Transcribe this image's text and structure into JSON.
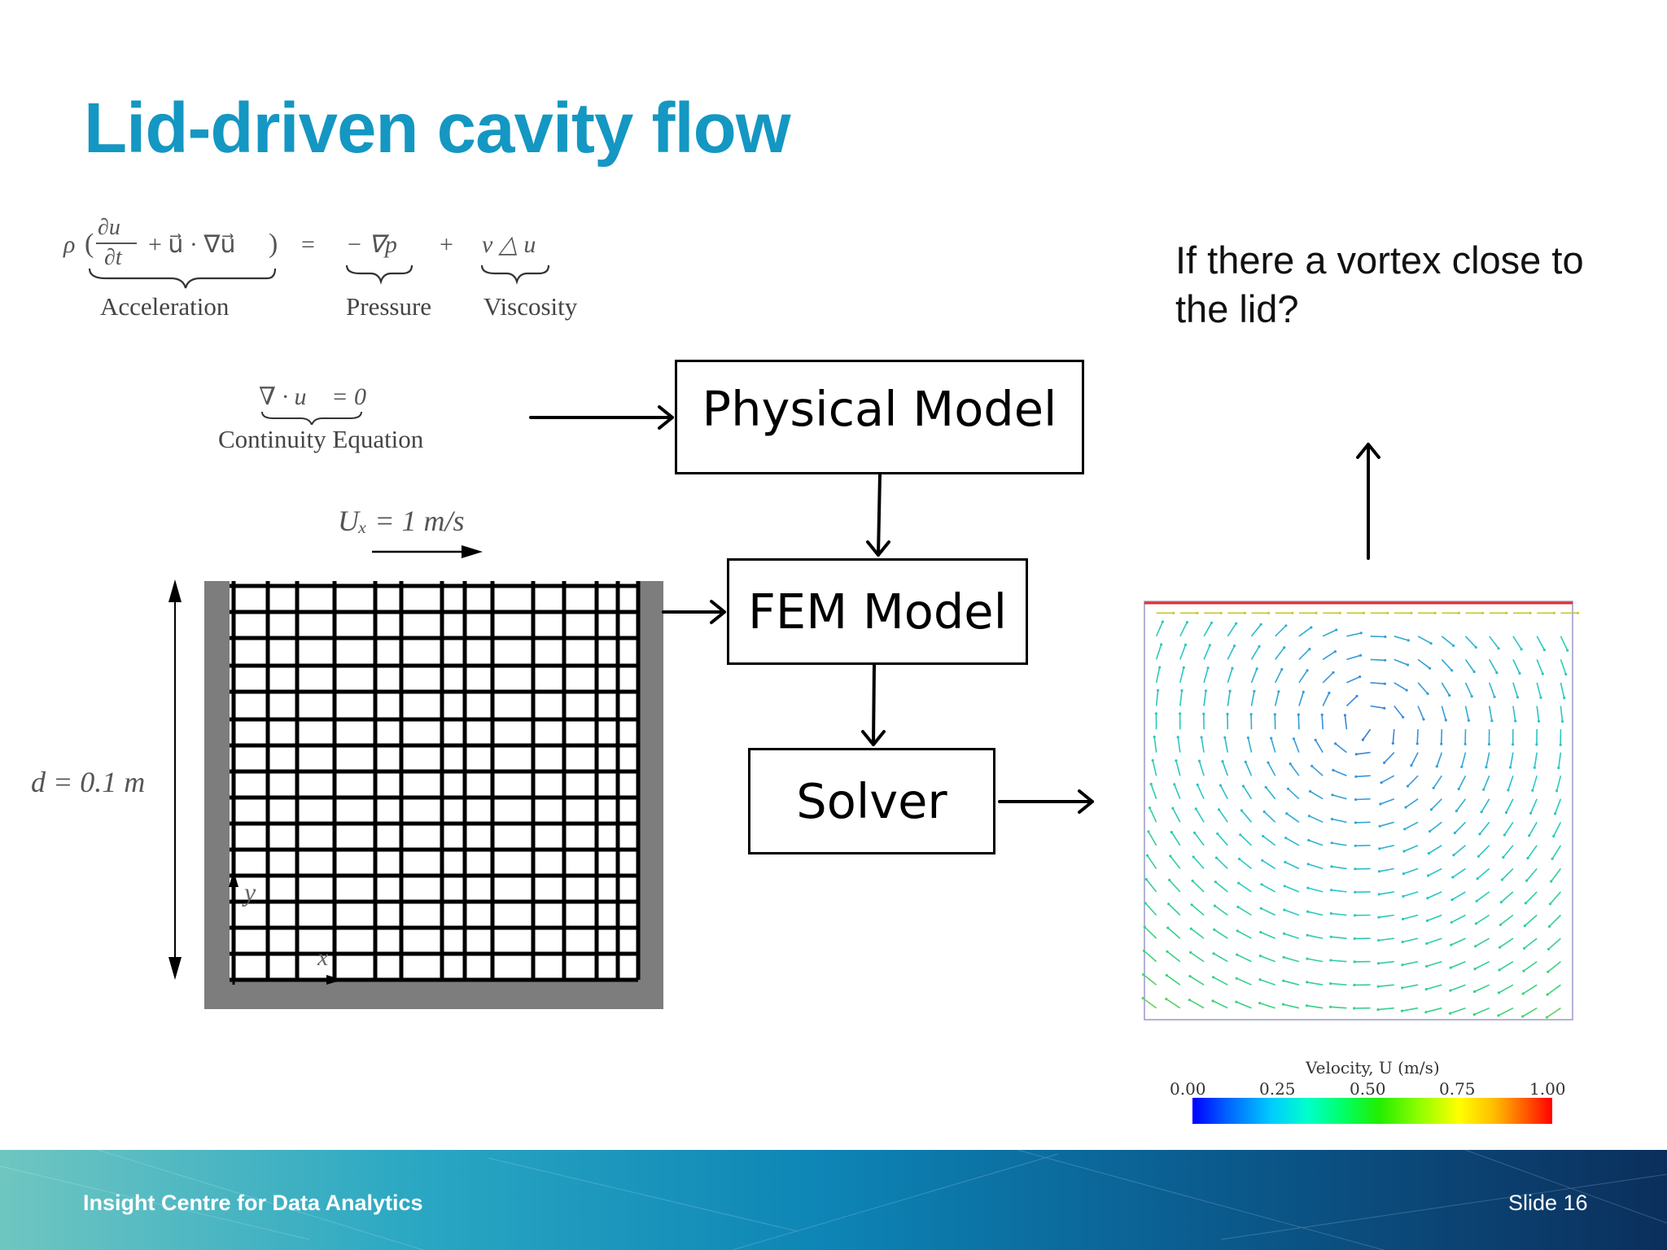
{
  "slide": {
    "title": "Lid-driven cavity flow",
    "question": "If there a vortex close to the lid?",
    "footer_left": "Insight Centre for Data Analytics",
    "footer_right": "Slide 16"
  },
  "equations": {
    "momentum": "ρ (∂u⃗/∂t + u⃗ · ∇u⃗) = −∇p + ν Δ u⃗",
    "acceleration_label": "Acceleration",
    "pressure_label": "Pressure",
    "viscosity_label": "Viscosity",
    "continuity": "∇ · u⃗ = 0",
    "continuity_label": "Continuity Equation"
  },
  "cavity": {
    "lid_velocity": "Uₓ = 1 m/s",
    "depth": "d = 0.1 m",
    "y_axis": "y",
    "x_axis": "x"
  },
  "flow": {
    "boxes": [
      "Physical Model",
      "FEM Model",
      "Solver"
    ]
  },
  "colorbar": {
    "title": "Velocity, U (m/s)",
    "ticks": [
      "0.00",
      "0.25",
      "0.50",
      "0.75",
      "1.00"
    ]
  }
}
